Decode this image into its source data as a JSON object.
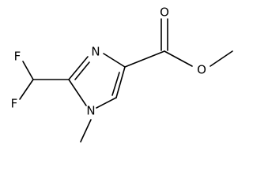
{
  "structure": {
    "atoms": {
      "f_top": "F",
      "f_left": "F",
      "n_ring_top": "N",
      "n_ring_bottom": "N",
      "o_carbonyl": "O",
      "o_ester": "O"
    }
  }
}
